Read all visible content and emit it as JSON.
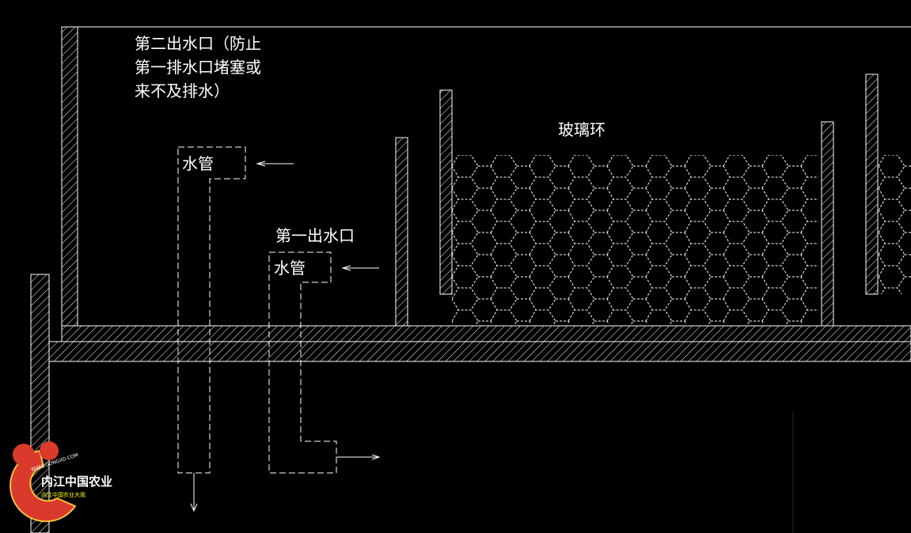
{
  "drawing": {
    "background": "#000000",
    "line_color": "#ffffff",
    "labels": {
      "second_outlet_line1": "第二出水口（防止",
      "second_outlet_line2": "第一排水口堵塞或",
      "second_outlet_line3": "来不及排水）",
      "water_pipe_upper": "水管",
      "first_outlet": "第一出水口",
      "water_pipe_lower": "水管",
      "glass_rings": "玻璃环"
    }
  },
  "watermark": {
    "badge_color": "#d93a2b",
    "name": "内江中国农业",
    "subtitle": "内江中国农业大观",
    "url": "WWW.GONGXD.COM"
  }
}
